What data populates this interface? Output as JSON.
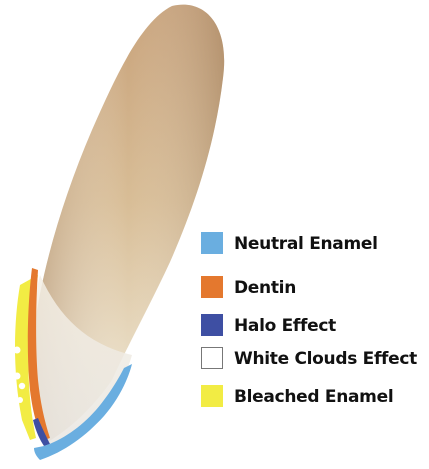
{
  "legend": {
    "items": [
      {
        "label": "Neutral Enamel",
        "color": "#6aaee0"
      },
      {
        "label": "Dentin",
        "color": "#e4782e"
      },
      {
        "label": "Halo Effect",
        "color": "#3e4fa3"
      },
      {
        "label": "White Clouds Effect",
        "color": "#ffffff"
      },
      {
        "label": "Bleached Enamel",
        "color": "#f2ec44"
      }
    ]
  }
}
